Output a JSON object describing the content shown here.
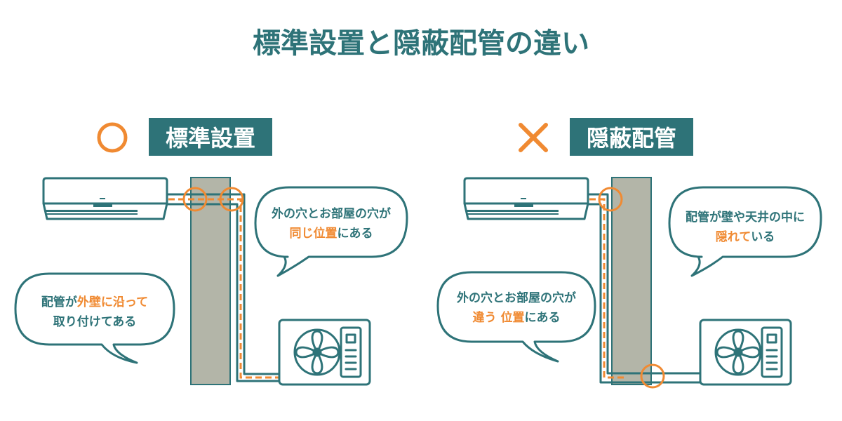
{
  "title": "標準設置と隠蔽配管の違い",
  "colors": {
    "teal": "#2e7378",
    "orange": "#f08a32",
    "wall": "#b3b5a8"
  },
  "standard": {
    "mark_icon": "circle-mark-icon",
    "label": "標準設置",
    "bubble_right": {
      "line1": "外の穴とお部屋の穴が",
      "line2_highlight": "同じ位置",
      "line2_rest": "にある"
    },
    "bubble_left": {
      "line1_plain": "配管が",
      "line1_highlight": "外壁に沿って",
      "line2": "取り付けてある"
    }
  },
  "concealed": {
    "mark_icon": "cross-mark-icon",
    "label": "隠蔽配管",
    "bubble_right": {
      "line1": "配管が壁や天井の中に",
      "line2_highlight": "隠れて",
      "line2_rest": "いる"
    },
    "bubble_left": {
      "line1": "外の穴とお部屋の穴が",
      "line2_highlight1": "違う",
      "line2_space": " ",
      "line2_highlight2": "位置",
      "line2_rest": "にある"
    }
  }
}
